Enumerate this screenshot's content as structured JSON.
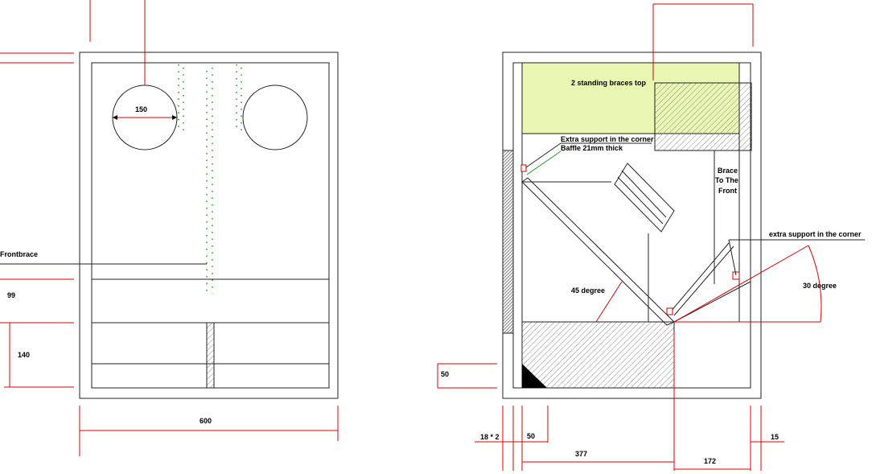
{
  "front_view": {
    "driver_diameter": "150",
    "frontbrace_label": "Frontbrace",
    "dim_99": "99",
    "dim_140": "140",
    "width_600": "600"
  },
  "side_view": {
    "standing_braces_label": "2 standing braces top",
    "extra_support_corner_label": "Extra support in the corner",
    "baffle_label": "Baffle 21mm thick",
    "brace_front_line1": "Brace",
    "brace_front_line2": "To The",
    "brace_front_line3": "Front",
    "extra_support_corner_right_label": "extra support in the corner",
    "angle_45_label": "45 degree",
    "angle_30_label": "30 degree",
    "dim_50_left": "50",
    "dim_18x2": "18 * 2",
    "dim_50_bottom": "50",
    "dim_377": "377",
    "dim_172": "172",
    "dim_15": "15"
  },
  "colors": {
    "dimension_line": "#e00000",
    "brace_fill": "#e9f7b3",
    "outline": "#222222",
    "driver_rail": "#1a9a1a"
  }
}
